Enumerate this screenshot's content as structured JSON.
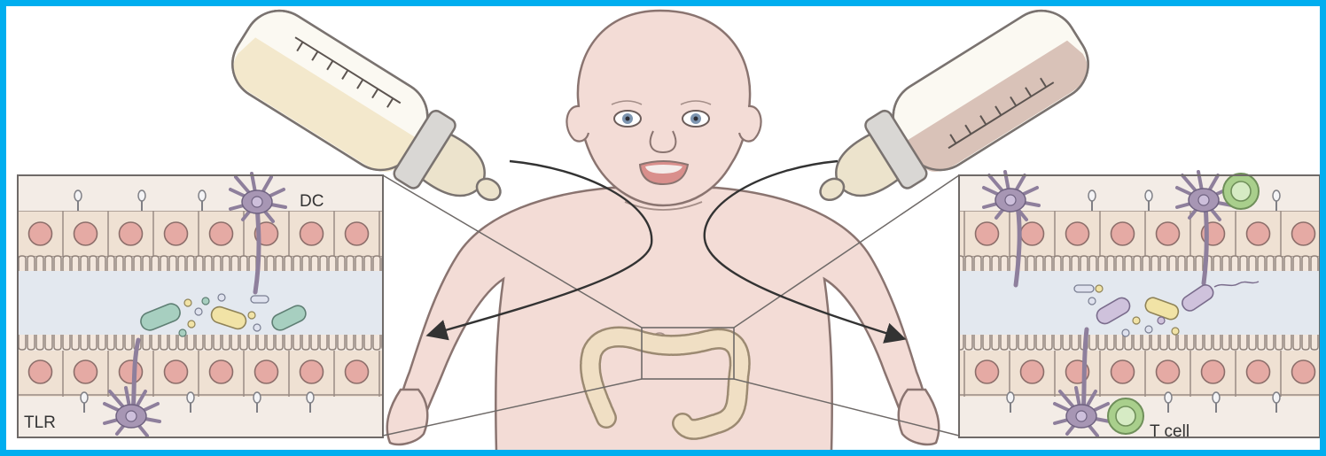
{
  "labels": {
    "dc": "DC",
    "tlr": "TLR",
    "tcell": "T cell"
  },
  "colors": {
    "frame": "#00aeef",
    "skin": "#f3dcd6",
    "skin_outline": "#8a7470",
    "formula_milk": "#f3e8cc",
    "breast_milk": "#d9c2b8",
    "epithelium": "#efe1d3",
    "nucleus": "#e5aaa4",
    "lumen": "#e3e8ef",
    "dendritic_cell": "#9a8aa8",
    "t_cell": "#b7d69a",
    "intestine": "#f0dfc4"
  },
  "icons": [
    "baby-illustration",
    "bottle-icon",
    "dendritic-cell-icon",
    "t-cell-icon",
    "bacteria-icon",
    "intestine-icon"
  ]
}
